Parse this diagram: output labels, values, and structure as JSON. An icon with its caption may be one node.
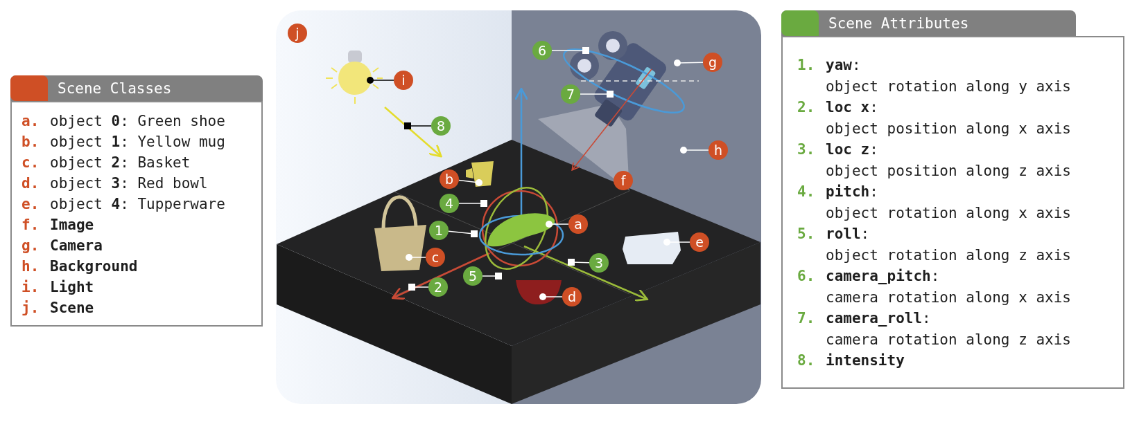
{
  "diagram": {
    "nodes": [
      {
        "text": [
          "Scene Classes"
        ]
      },
      {
        "text": [
          "a.",
          "object **0**: Green shoe"
        ],
        "in": 0
      },
      {
        "text": [
          "b.",
          "object **1**: Yellow mug"
        ],
        "in": 0
      },
      {
        "text": [
          "c.",
          "object **2**: Basket"
        ],
        "in": 0
      },
      {
        "text": [
          "d.",
          "object **3**: Red bowl"
        ],
        "in": 0
      },
      {
        "text": [
          "e.",
          "object **4**: Tupperware"
        ],
        "in": 0
      },
      {
        "text": [
          "f.",
          "**Image**"
        ],
        "in": 0
      },
      {
        "text": [
          "g.",
          "**Camera**"
        ],
        "in": 0
      },
      {
        "text": [
          "h.",
          "**Background**"
        ],
        "in": 0
      },
      {
        "text": [
          "i.",
          "**Light**"
        ],
        "in": 0
      },
      {
        "text": [
          "j.",
          "**Scene**"
        ],
        "in": 0
      },
      {
        "text": [],
        "shape": "picture"
      },
      {
        "text": [
          "a"
        ],
        "in": 11
      },
      {
        "text": [
          "b"
        ],
        "in": 11
      },
      {
        "text": [
          "c"
        ],
        "in": 11
      },
      {
        "text": [
          "d"
        ],
        "in": 11
      },
      {
        "text": [
          "e"
        ],
        "in": 11
      },
      {
        "text": [
          "f"
        ],
        "in": 11
      },
      {
        "text": [
          "g"
        ],
        "in": 11
      },
      {
        "text": [
          "h"
        ],
        "in": 11
      },
      {
        "text": [
          "i"
        ],
        "in": 11
      },
      {
        "text": [
          "j"
        ],
        "in": 11
      },
      {
        "text": [
          "1"
        ],
        "in": 11
      },
      {
        "text": [
          "2"
        ],
        "in": 11
      },
      {
        "text": [
          "3"
        ],
        "in": 11
      },
      {
        "text": [
          "4"
        ],
        "in": 11
      },
      {
        "text": [
          "5"
        ],
        "in": 11
      },
      {
        "text": [
          "6"
        ],
        "in": 11
      },
      {
        "text": [
          "7"
        ],
        "in": 11
      },
      {
        "text": [
          "8"
        ],
        "in": 11
      },
      {
        "text": [
          "Scene Attributes"
        ]
      },
      {
        "text": [
          "1.",
          "**yaw**:",
          "object rotation along y axis"
        ],
        "in": 30
      },
      {
        "text": [
          "2.",
          "**loc x**:",
          "object position along x axis"
        ],
        "in": 30
      },
      {
        "text": [
          "3.",
          "**loc z**:",
          "object position along z axis"
        ],
        "in": 30
      },
      {
        "text": [
          "4.",
          "**pitch**:",
          "object rotation along x axis"
        ],
        "in": 30
      },
      {
        "text": [
          "5.",
          "**roll**:",
          "object rotation along z axis"
        ],
        "in": 30
      },
      {
        "text": [
          "6.",
          "**camera_pitch**:",
          "camera rotation along x axis"
        ],
        "in": 30
      },
      {
        "text": [
          "7.",
          "**camera_roll**:",
          "camera rotation along z axis"
        ],
        "in": 30
      },
      {
        "text": [
          "8.",
          "**intensity**"
        ],
        "in": 30
      }
    ],
    "edges": [
      {
        "from": 12,
        "to": null,
        "arrow": "other"
      },
      {
        "from": 13,
        "to": null,
        "arrow": "other"
      },
      {
        "from": 14,
        "to": null,
        "arrow": "other"
      },
      {
        "from": 15,
        "to": null,
        "arrow": "other"
      },
      {
        "from": 16,
        "to": null,
        "arrow": "other"
      },
      {
        "from": 18,
        "to": null,
        "arrow": "other"
      },
      {
        "from": 19,
        "to": null,
        "arrow": "other"
      },
      {
        "from": 20,
        "to": null,
        "arrow": "other",
        "color": "#000000"
      },
      {
        "from": 22,
        "to": null,
        "arrow": "other"
      },
      {
        "from": 23,
        "to": null,
        "arrow": "other"
      },
      {
        "from": 24,
        "to": null,
        "arrow": "other"
      },
      {
        "from": 25,
        "to": null,
        "arrow": "other"
      },
      {
        "from": 26,
        "to": null,
        "arrow": "other"
      },
      {
        "from": 27,
        "to": null,
        "arrow": "other"
      },
      {
        "from": 28,
        "to": null,
        "arrow": "other"
      },
      {
        "from": 29,
        "to": null,
        "arrow": "other",
        "color": "#000000"
      }
    ]
  }
}
